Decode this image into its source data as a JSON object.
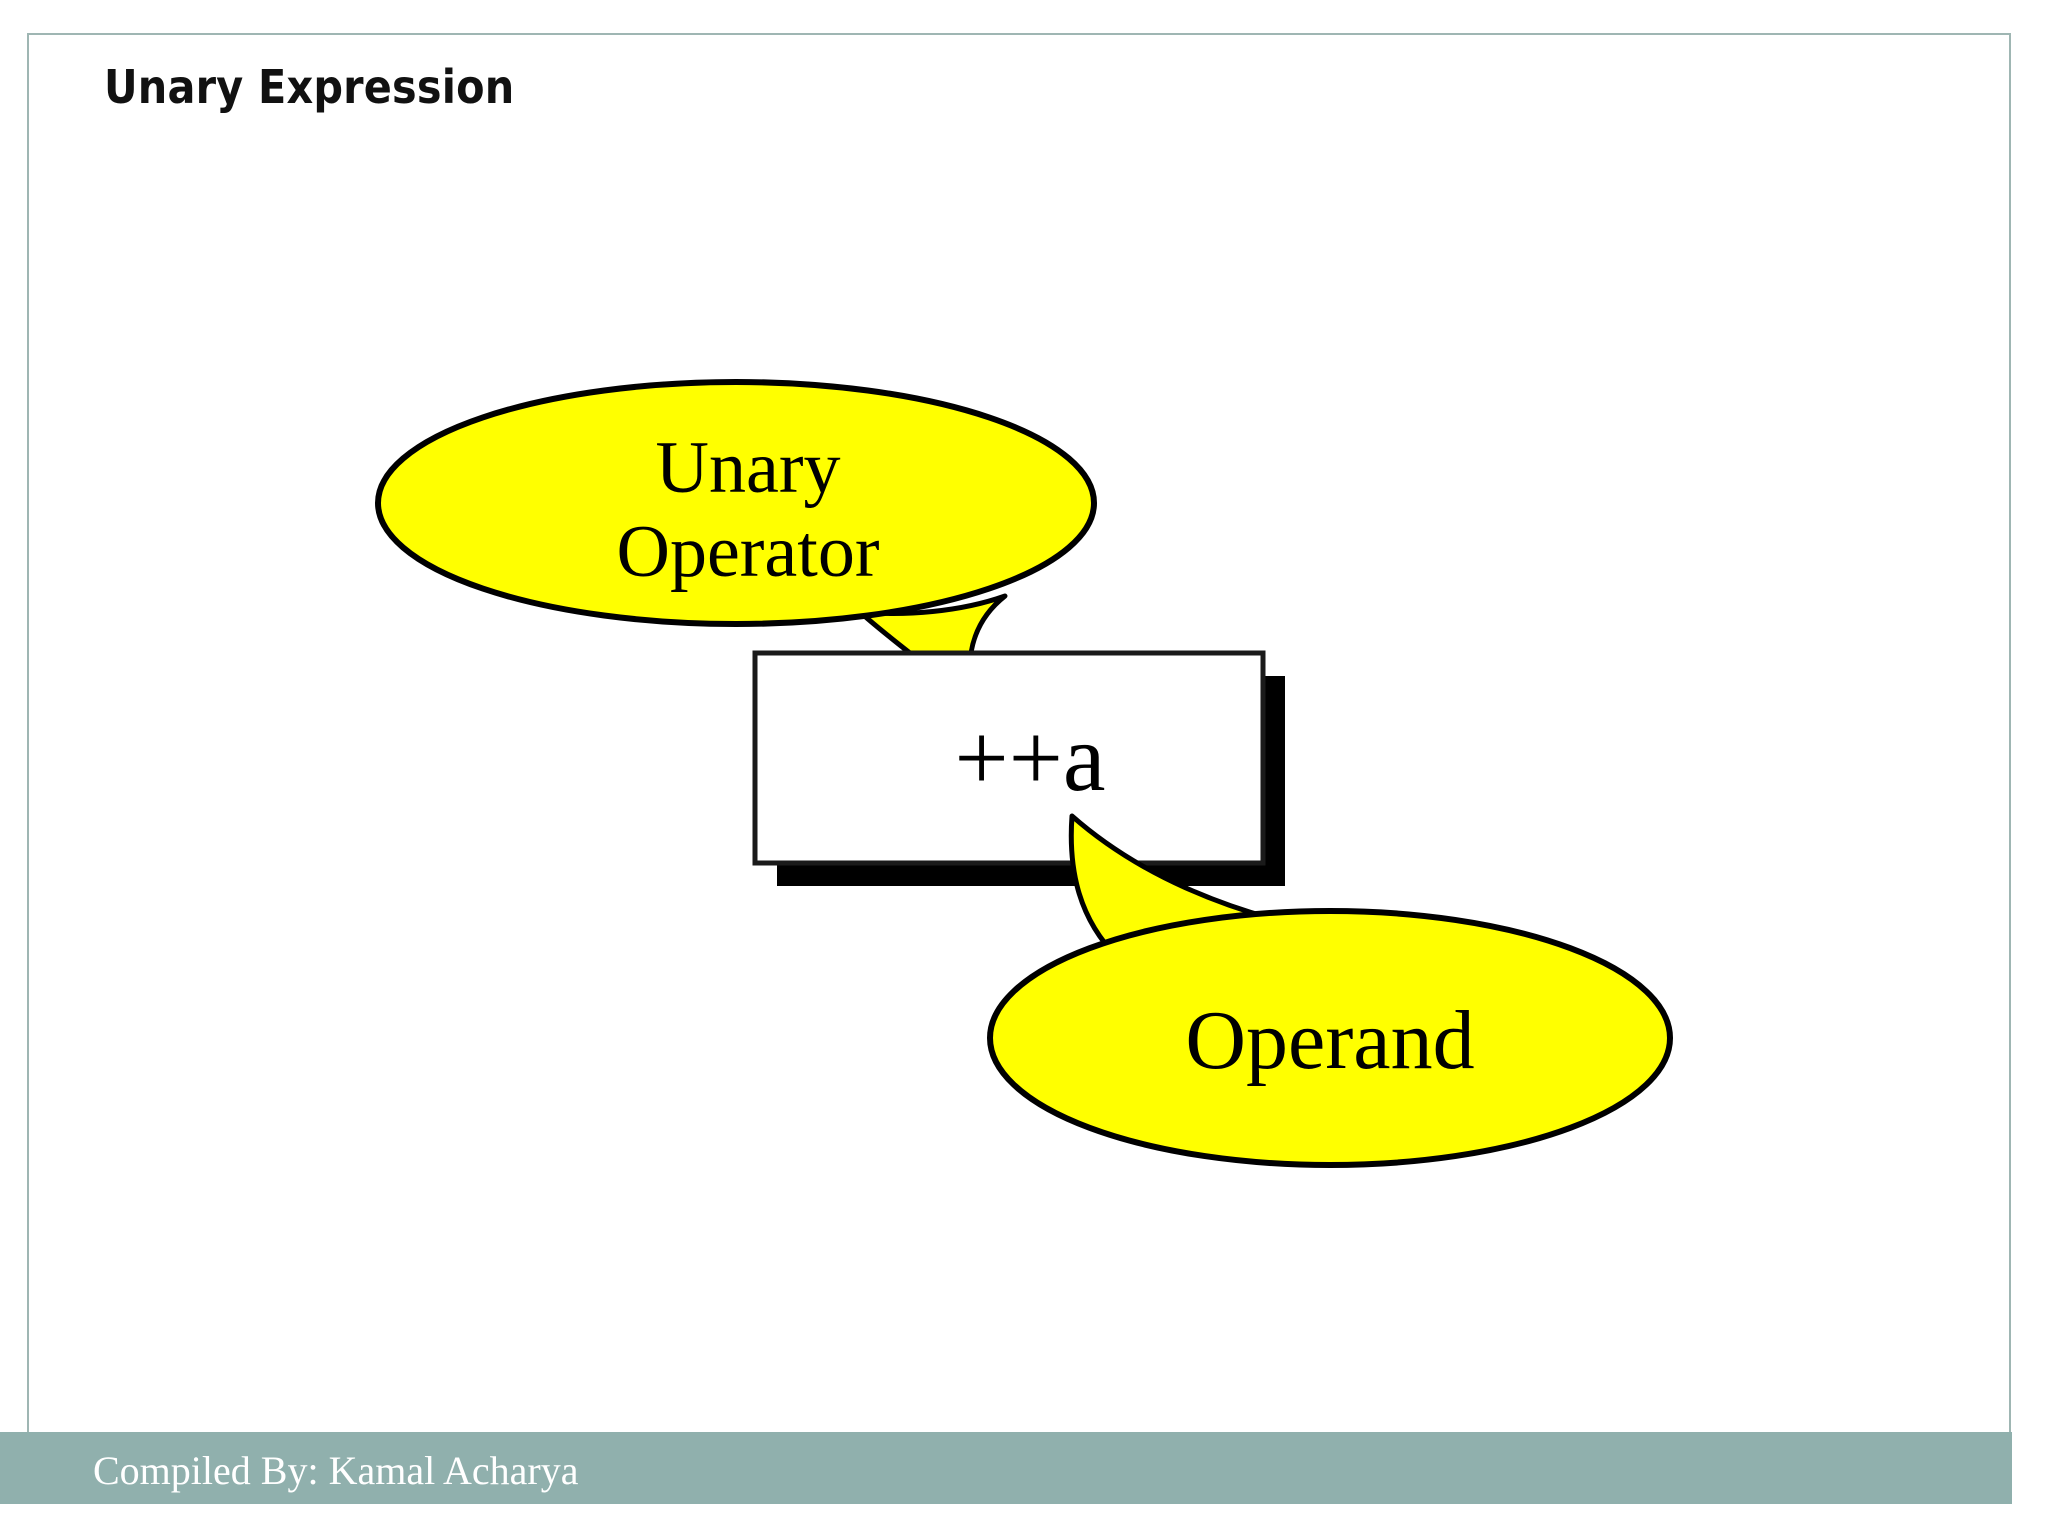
{
  "slide": {
    "title": "Unary Expression",
    "background_color": "#ffffff",
    "frame_color": "#9fb6b3"
  },
  "diagram": {
    "expression_box": {
      "text": "++a",
      "fill": "#ffffff",
      "border_color": "#1a1a1a",
      "shadow_color": "#000000"
    },
    "callouts": [
      {
        "id": "unary-operator",
        "line1": "Unary",
        "line2": "Operator",
        "fill": "#ffff00",
        "outline": "#000000",
        "points_to": "++"
      },
      {
        "id": "operand",
        "line1": "Operand",
        "line2": "",
        "fill": "#ffff00",
        "outline": "#000000",
        "points_to": "a"
      }
    ]
  },
  "footer": {
    "text": "Compiled By: Kamal Acharya",
    "band_color": "#90b0ad",
    "text_color": "#ffffff"
  }
}
